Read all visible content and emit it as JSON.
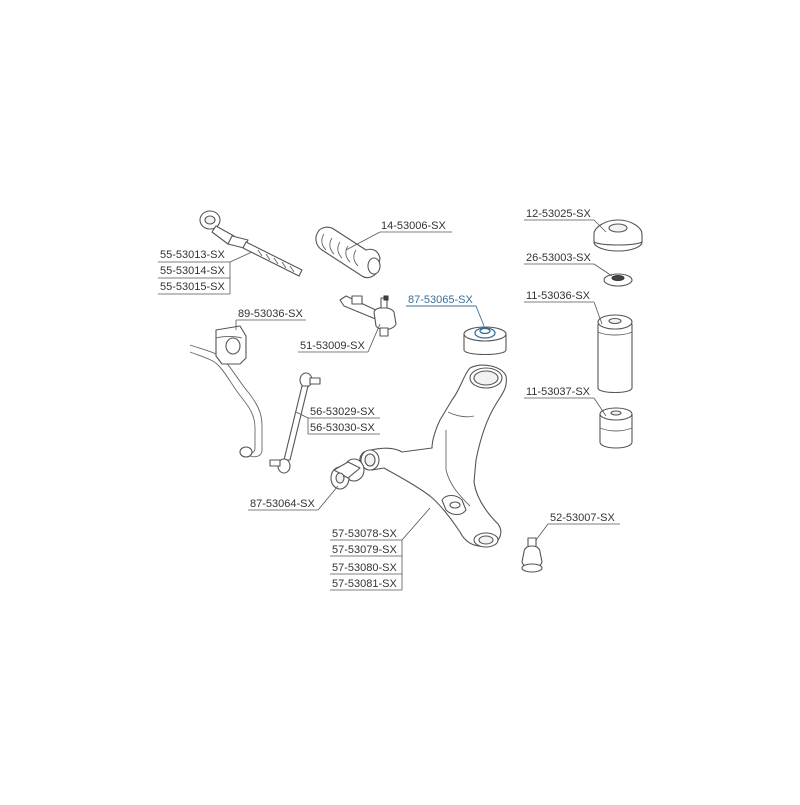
{
  "parts": {
    "p55_53013": "55-53013-SX",
    "p55_53014": "55-53014-SX",
    "p55_53015": "55-53015-SX",
    "p14_53006": "14-53006-SX",
    "p89_53036": "89-53036-SX",
    "p51_53009": "51-53009-SX",
    "p87_53065": "87-53065-SX",
    "p12_53025": "12-53025-SX",
    "p26_53003": "26-53003-SX",
    "p11_53036": "11-53036-SX",
    "p11_53037": "11-53037-SX",
    "p56_53029": "56-53029-SX",
    "p56_53030": "56-53030-SX",
    "p87_53064": "87-53064-SX",
    "p57_53078": "57-53078-SX",
    "p57_53079": "57-53079-SX",
    "p57_53080": "57-53080-SX",
    "p57_53081": "57-53081-SX",
    "p52_53007": "52-53007-SX"
  },
  "colors": {
    "highlight": "#3a6e96",
    "line": "#555555",
    "text": "#333333"
  }
}
